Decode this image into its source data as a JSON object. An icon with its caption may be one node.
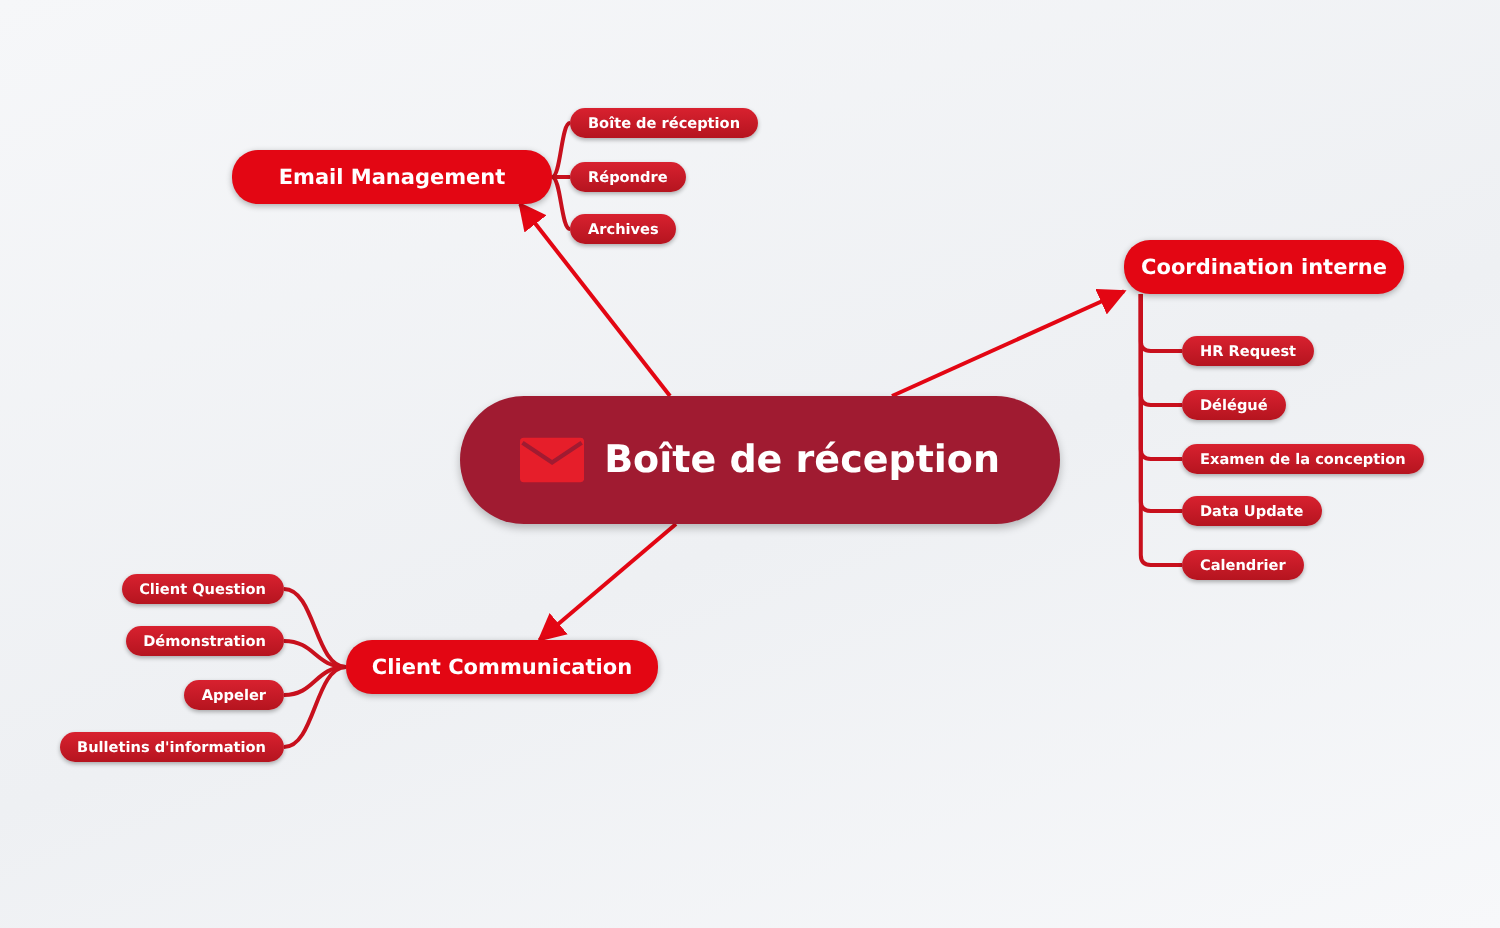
{
  "diagram": {
    "nodes": [
      {
        "text": [
          "Boîte de réception"
        ]
      },
      {
        "text": [
          "Email Management"
        ]
      },
      {
        "text": [
          "Boîte de réception"
        ]
      },
      {
        "text": [
          "Répondre"
        ]
      },
      {
        "text": [
          "Archives"
        ]
      },
      {
        "text": [
          "Coordination interne"
        ]
      },
      {
        "text": [
          "HR Request"
        ]
      },
      {
        "text": [
          "Délégué"
        ]
      },
      {
        "text": [
          "Examen de la conception"
        ]
      },
      {
        "text": [
          "Data Update"
        ]
      },
      {
        "text": [
          "Calendrier"
        ]
      },
      {
        "text": [
          "Client Communication"
        ]
      },
      {
        "text": [
          "Client Question"
        ]
      },
      {
        "text": [
          "Démonstration"
        ]
      },
      {
        "text": [
          "Appeler"
        ]
      },
      {
        "text": [
          "Bulletins d'information"
        ]
      }
    ],
    "edges": [
      {
        "from": 0,
        "to": 1,
        "arrow": "to"
      },
      {
        "from": 0,
        "to": 5,
        "arrow": "to"
      },
      {
        "from": 0,
        "to": 11,
        "arrow": "to"
      },
      {
        "from": 1,
        "to": 2,
        "arrow": "none"
      },
      {
        "from": 1,
        "to": 3,
        "arrow": "none"
      },
      {
        "from": 1,
        "to": 4,
        "arrow": "none"
      },
      {
        "from": 5,
        "to": 6,
        "arrow": "none"
      },
      {
        "from": 5,
        "to": 7,
        "arrow": "none"
      },
      {
        "from": 5,
        "to": 8,
        "arrow": "none"
      },
      {
        "from": 5,
        "to": 9,
        "arrow": "none"
      },
      {
        "from": 5,
        "to": 10,
        "arrow": "none"
      },
      {
        "from": 11,
        "to": 12,
        "arrow": "none"
      },
      {
        "from": 11,
        "to": 13,
        "arrow": "none"
      },
      {
        "from": 11,
        "to": 14,
        "arrow": "none"
      },
      {
        "from": 11,
        "to": 15,
        "arrow": "none"
      }
    ]
  }
}
